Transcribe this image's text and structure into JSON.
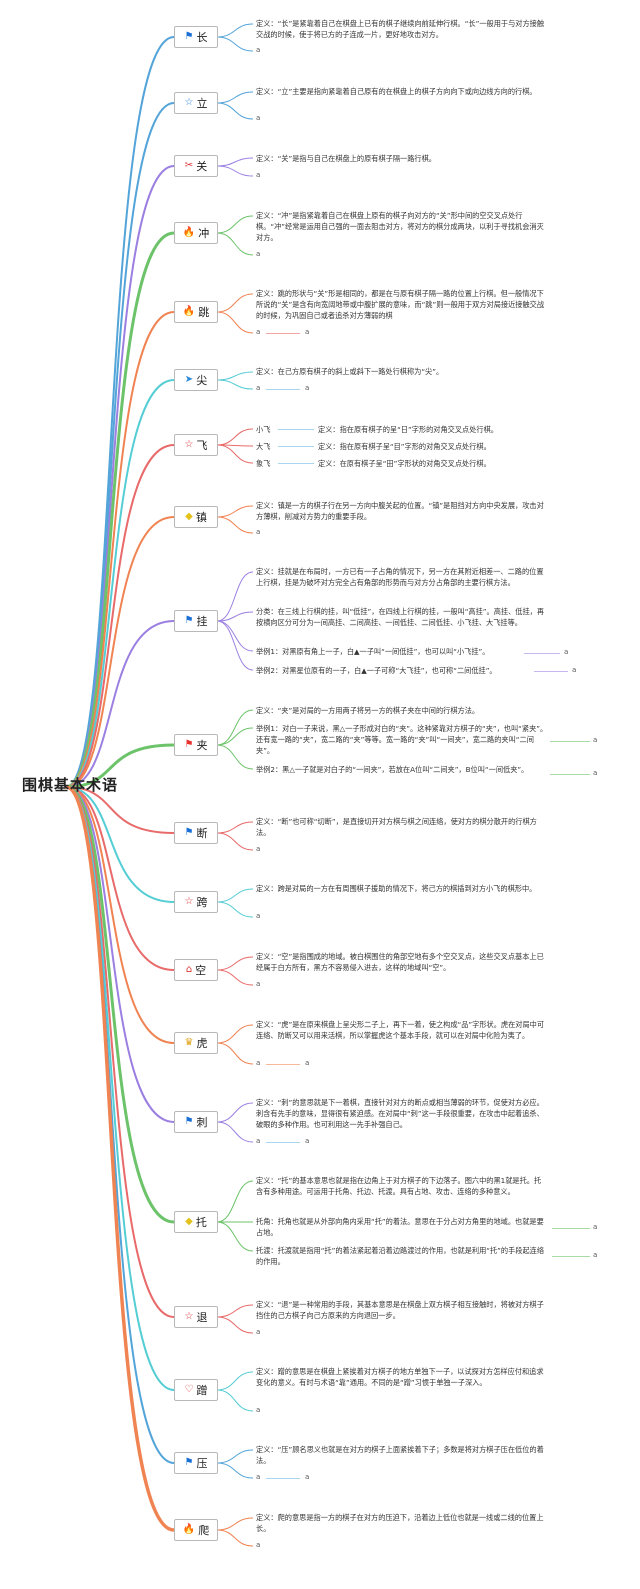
{
  "root": {
    "title": "围棋基本术语"
  },
  "colors": {
    "blue": "#53a4d9",
    "purple": "#9b7fe1",
    "green": "#6cc36a",
    "orange": "#f08352",
    "red": "#e86a6a",
    "teal": "#55cdd4",
    "flag_blue": "#1a6fd6",
    "flag_red": "#e5322d"
  },
  "topics": [
    {
      "label": "长",
      "icon": "flag-blue-icon"
    },
    {
      "label": "立",
      "icon": "star-outline-icon"
    },
    {
      "label": "关",
      "icon": "tools-icon"
    },
    {
      "label": "冲",
      "icon": "fire-icon"
    },
    {
      "label": "跳",
      "icon": "fire-icon"
    },
    {
      "label": "尖",
      "icon": "paper-plane-icon"
    },
    {
      "label": "飞",
      "icon": "star-outline-icon"
    },
    {
      "label": "镇",
      "icon": "diamond-icon"
    },
    {
      "label": "挂",
      "icon": "flag-blue-icon"
    },
    {
      "label": "夹",
      "icon": "flag-red-icon"
    },
    {
      "label": "断",
      "icon": "flag-blue-icon"
    },
    {
      "label": "跨",
      "icon": "star-outline-icon"
    },
    {
      "label": "空",
      "icon": "house-icon"
    },
    {
      "label": "虎",
      "icon": "trophy-icon"
    },
    {
      "label": "刺",
      "icon": "flag-blue-icon"
    },
    {
      "label": "托",
      "icon": "diamond-icon"
    },
    {
      "label": "退",
      "icon": "star-outline-icon"
    },
    {
      "label": "蹭",
      "icon": "heart-icon"
    },
    {
      "label": "压",
      "icon": "flag-blue-icon"
    },
    {
      "label": "爬",
      "icon": "fire-icon"
    }
  ],
  "texts": {
    "chang": "定义：“长”是紧靠着自己在棋盘上已有的棋子继续向前延伸行棋。“长”一般用于与对方接触交战的时候，使于将已方的子连成一片，更好地攻击对方。",
    "li": "定义：“立”主要是指向紧靠着自己原有的在棋盘上的棋子方向向下或向边线方向的行棋。",
    "guan": "定义：“关”是指与自己在棋盘上的原有棋子隔一路行棋。",
    "chong": "定义：“冲”是指紧靠着自己在棋盘上原有的棋子向对方的“关”形中间的空交叉点处行棋。“冲”经常是运用自己强的一面去阻击对方，将对方的棋分成两块，以利于寻找机会消灭对方。",
    "tiao": "定义：跳的形状与“关”形是相同的，都是在与原有棋子隔一路的位置上行棋。但一般情况下所说的“关”是含有向宽阔地带或中腹扩展的意味，而“跳”则一般用于双方对局接近接触交战的时候，为巩固自己或者追杀对方薄弱的棋",
    "jian": "定义：在己方原有棋子的斜上或斜下一路处行棋称为“尖”。",
    "fei_small_label": "小飞",
    "fei_small": "定义：指在原有棋子的呈“日”字形的对角交叉点处行棋。",
    "fei_big_label": "大飞",
    "fei_big": "定义：指在原有棋子呈“目”字形的对角交叉点处行棋。",
    "fei_elephant_label": "象飞",
    "fei_elephant": "定义：在原有棋子呈“田”字形状的对角交叉点处行棋。",
    "zhen": "定义：镇是一方的棋子行在另一方向中腹关起的位置。“镇”是阻挡对方向中央发展，攻击对方薄棋，削减对方势力的重要手段。",
    "gua_def": "定义：挂就是在布局时，一方已有一子占角的情况下，另一方在其附近相差一、二路的位置上行棋，挂是为破坏对方完全占有角部的形势而与对方分占角部的主要行棋方法。",
    "gua_class": "分类：在三线上行棋的挂，叫“低挂”，在四线上行棋的挂，一般叫“高挂”。高挂、低挂，再按横向区分可分为一间高挂、二间高挂、一间低挂、二间低挂、小飞挂、大飞挂等。",
    "gua_ex1": "举例1：对黑原有角上一子，白▲一子叫“一间低挂”，也可以叫“小飞挂”。",
    "gua_ex2": "举例2：对黑星位原有的一子，白▲一子可称“大飞挂”，也可称“二间低挂”。",
    "jia_def": "定义：“夹”是对局的一方用两子将另一方的棋子夹在中间的行棋方法。",
    "jia_ex1": "举例1：对白一子来说，黑△一子形成对白的“夹”。这种紧靠对方棋子的“夹”，也叫“紧夹”。还有宽一路的“夹”，宽二路的“夹”等等。宽一路的“夹”叫“一间夹”，宽二路的夹叫“二间夹”。",
    "jia_ex2": "举例2：黑△一子就是对白子的“一间夹”，若放在A位叫“二间夹”，B位叫“一间低夹”。",
    "duan": "定义：“断”也可称“切断”，是直接切开对方棋与棋之间连络，使对方的棋分散开的行棋方法。",
    "kua": "定义：跨是对局的一方在有周围棋子援助的情况下，将己方的棋插到对方小飞的棋形中。",
    "kong": "定义：“空”是指围成的地域。被白棋围住的角部空地有多个空交叉点，这些交叉点基本上已经属于白方所有，黑方不容易侵入进去，这样的地域叫“空”。",
    "hu": "定义：“虎”是在原来棋盘上呈尖形二子上，再下一着，使之构成“品”字形状。虎在对局中可连络、防断又可以用来活棋，所以掌握虎这个基本手段，就可以在对局中化险为夷了。",
    "ci": "定义：“刺”的意思就是下一着棋，直接针对对方的断点或相当薄弱的环节，促使对方必应。刺含有先手的意味，显得很有紧迫感。在对局中“刺”这一手段很重要，在攻击中起着追杀、破眼的多种作用。也可利用这一先手补强自己。",
    "tuo_def": "定义：“托”的基本意思也就是指在边角上于对方棋子的下边落子。图六中的黑1就是托。托含有多种用途。可运用于托角、托边、托渡。具有占地、攻击、连络的多种意义。",
    "tuo_jiao": "托角：托角也就是从外部向角内采用“托”的着法。意思在于分占对方角里的地域。也就是要占地。",
    "tuo_du": "托渡：托渡就是指用“托”的着法紧起着沿着边路渡过的作用，也就是利用“托”的手段起连络的作用。",
    "tui": "定义：“退”是一种常用的手段，其基本意思是在棋盘上双方棋子相互接触时，将被对方棋子挡住的己方棋子向己方原来的方向退回一步。",
    "ceng": "定义：蹭的意思是在棋盘上紧挨着对方棋子的地方单独下一子，以试探对方怎样应付和追求变化的意义。有时与术语“靠”通用。不同的是“蹭”习惯于单独一子深入。",
    "ya": "定义：“压”顾名思义也就是在对方的棋子上面紧挨着下子；多数是将对方棋子压在低位的着法。",
    "pa": "定义：爬的意思是指一方的棋子在对方的压迫下，沿着边上低位也就是一线或二线的位置上长。"
  },
  "placeholder": "a"
}
